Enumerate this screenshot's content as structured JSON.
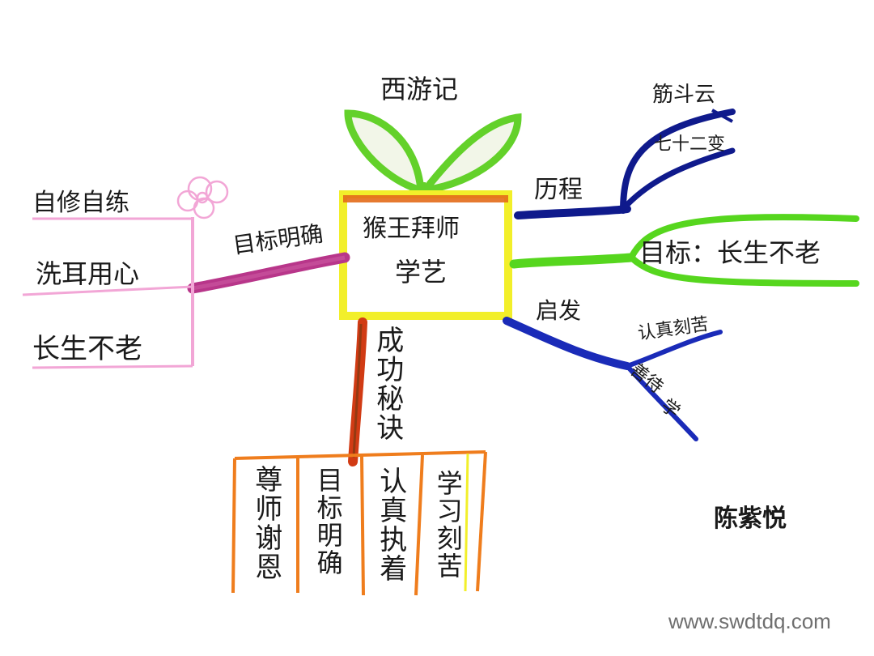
{
  "title": "西游记",
  "center": {
    "line1": "猴王拜师",
    "line2": "学艺"
  },
  "left": {
    "branch_label": "目标明确",
    "items": [
      "自修自练",
      "洗耳用心",
      "长生不老"
    ]
  },
  "right_top": {
    "branch_label": "历程",
    "items": [
      "筋斗云",
      "七十二变"
    ]
  },
  "right_middle": {
    "branch_label": "目标：长生不老"
  },
  "right_bottom": {
    "branch_label": "启发",
    "items": [
      "认真刻苦",
      "善待",
      "学"
    ]
  },
  "bottom": {
    "branch_label": "成功秘诀",
    "columns": [
      "尊师谢恩",
      "目标明确",
      "认真执着",
      "学习刻苦"
    ]
  },
  "author": "陈紫悦",
  "watermark": "www.swdtdq.com",
  "colors": {
    "leaf": "#63d12a",
    "left_branch": "#b8368a",
    "left_list": "#f2a6d6",
    "right_blue": "#0f1a8c",
    "right_green": "#56d61e",
    "right_blue2": "#1a2bb8",
    "box_border": "#f2ef2a",
    "box_top": "#e36c1a",
    "trunk": "#d13b14",
    "table_border": "#ef7d1d"
  }
}
